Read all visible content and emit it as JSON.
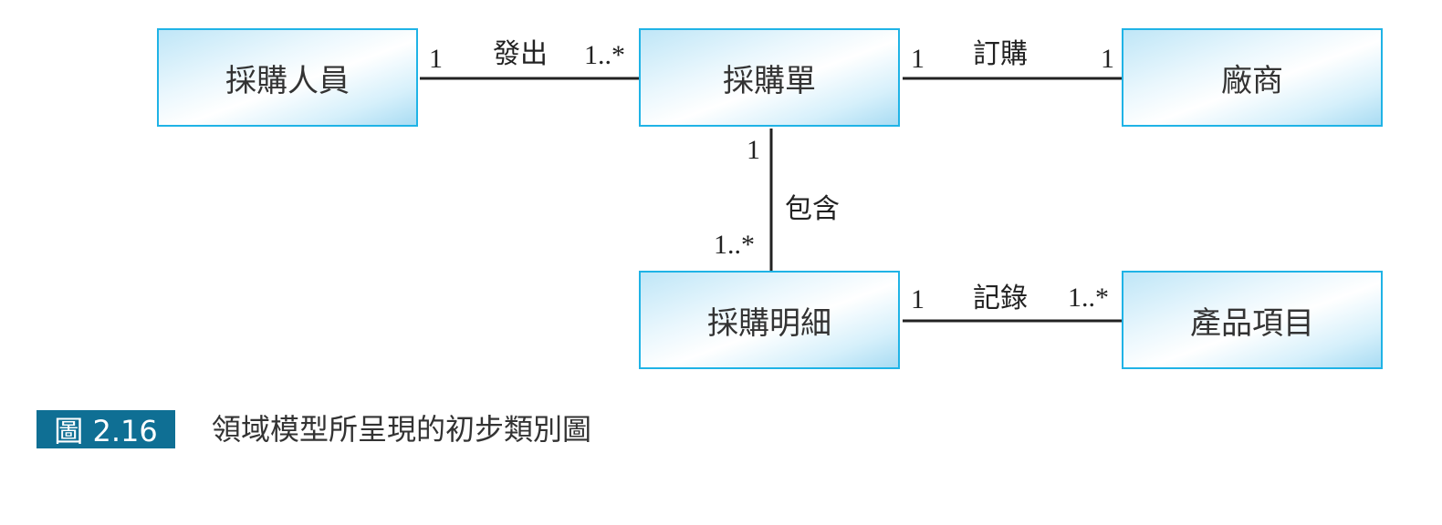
{
  "classes": {
    "buyer": "採購人員",
    "order": "採購單",
    "vendor": "廠商",
    "detail": "採購明細",
    "product": "產品項目"
  },
  "associations": [
    {
      "label": "發出",
      "from_mult": "1",
      "to_mult": "1..*"
    },
    {
      "label": "訂購",
      "from_mult": "1",
      "to_mult": "1"
    },
    {
      "label": "包含",
      "from_mult": "1",
      "to_mult": "1..*"
    },
    {
      "label": "記錄",
      "from_mult": "1",
      "to_mult": "1..*"
    }
  ],
  "caption": {
    "figure_number": "圖 2.16",
    "title": "領域模型所呈現的初步類別圖"
  },
  "colors": {
    "box_border": "#1fb3e6",
    "figure_badge": "#0f6f94"
  }
}
